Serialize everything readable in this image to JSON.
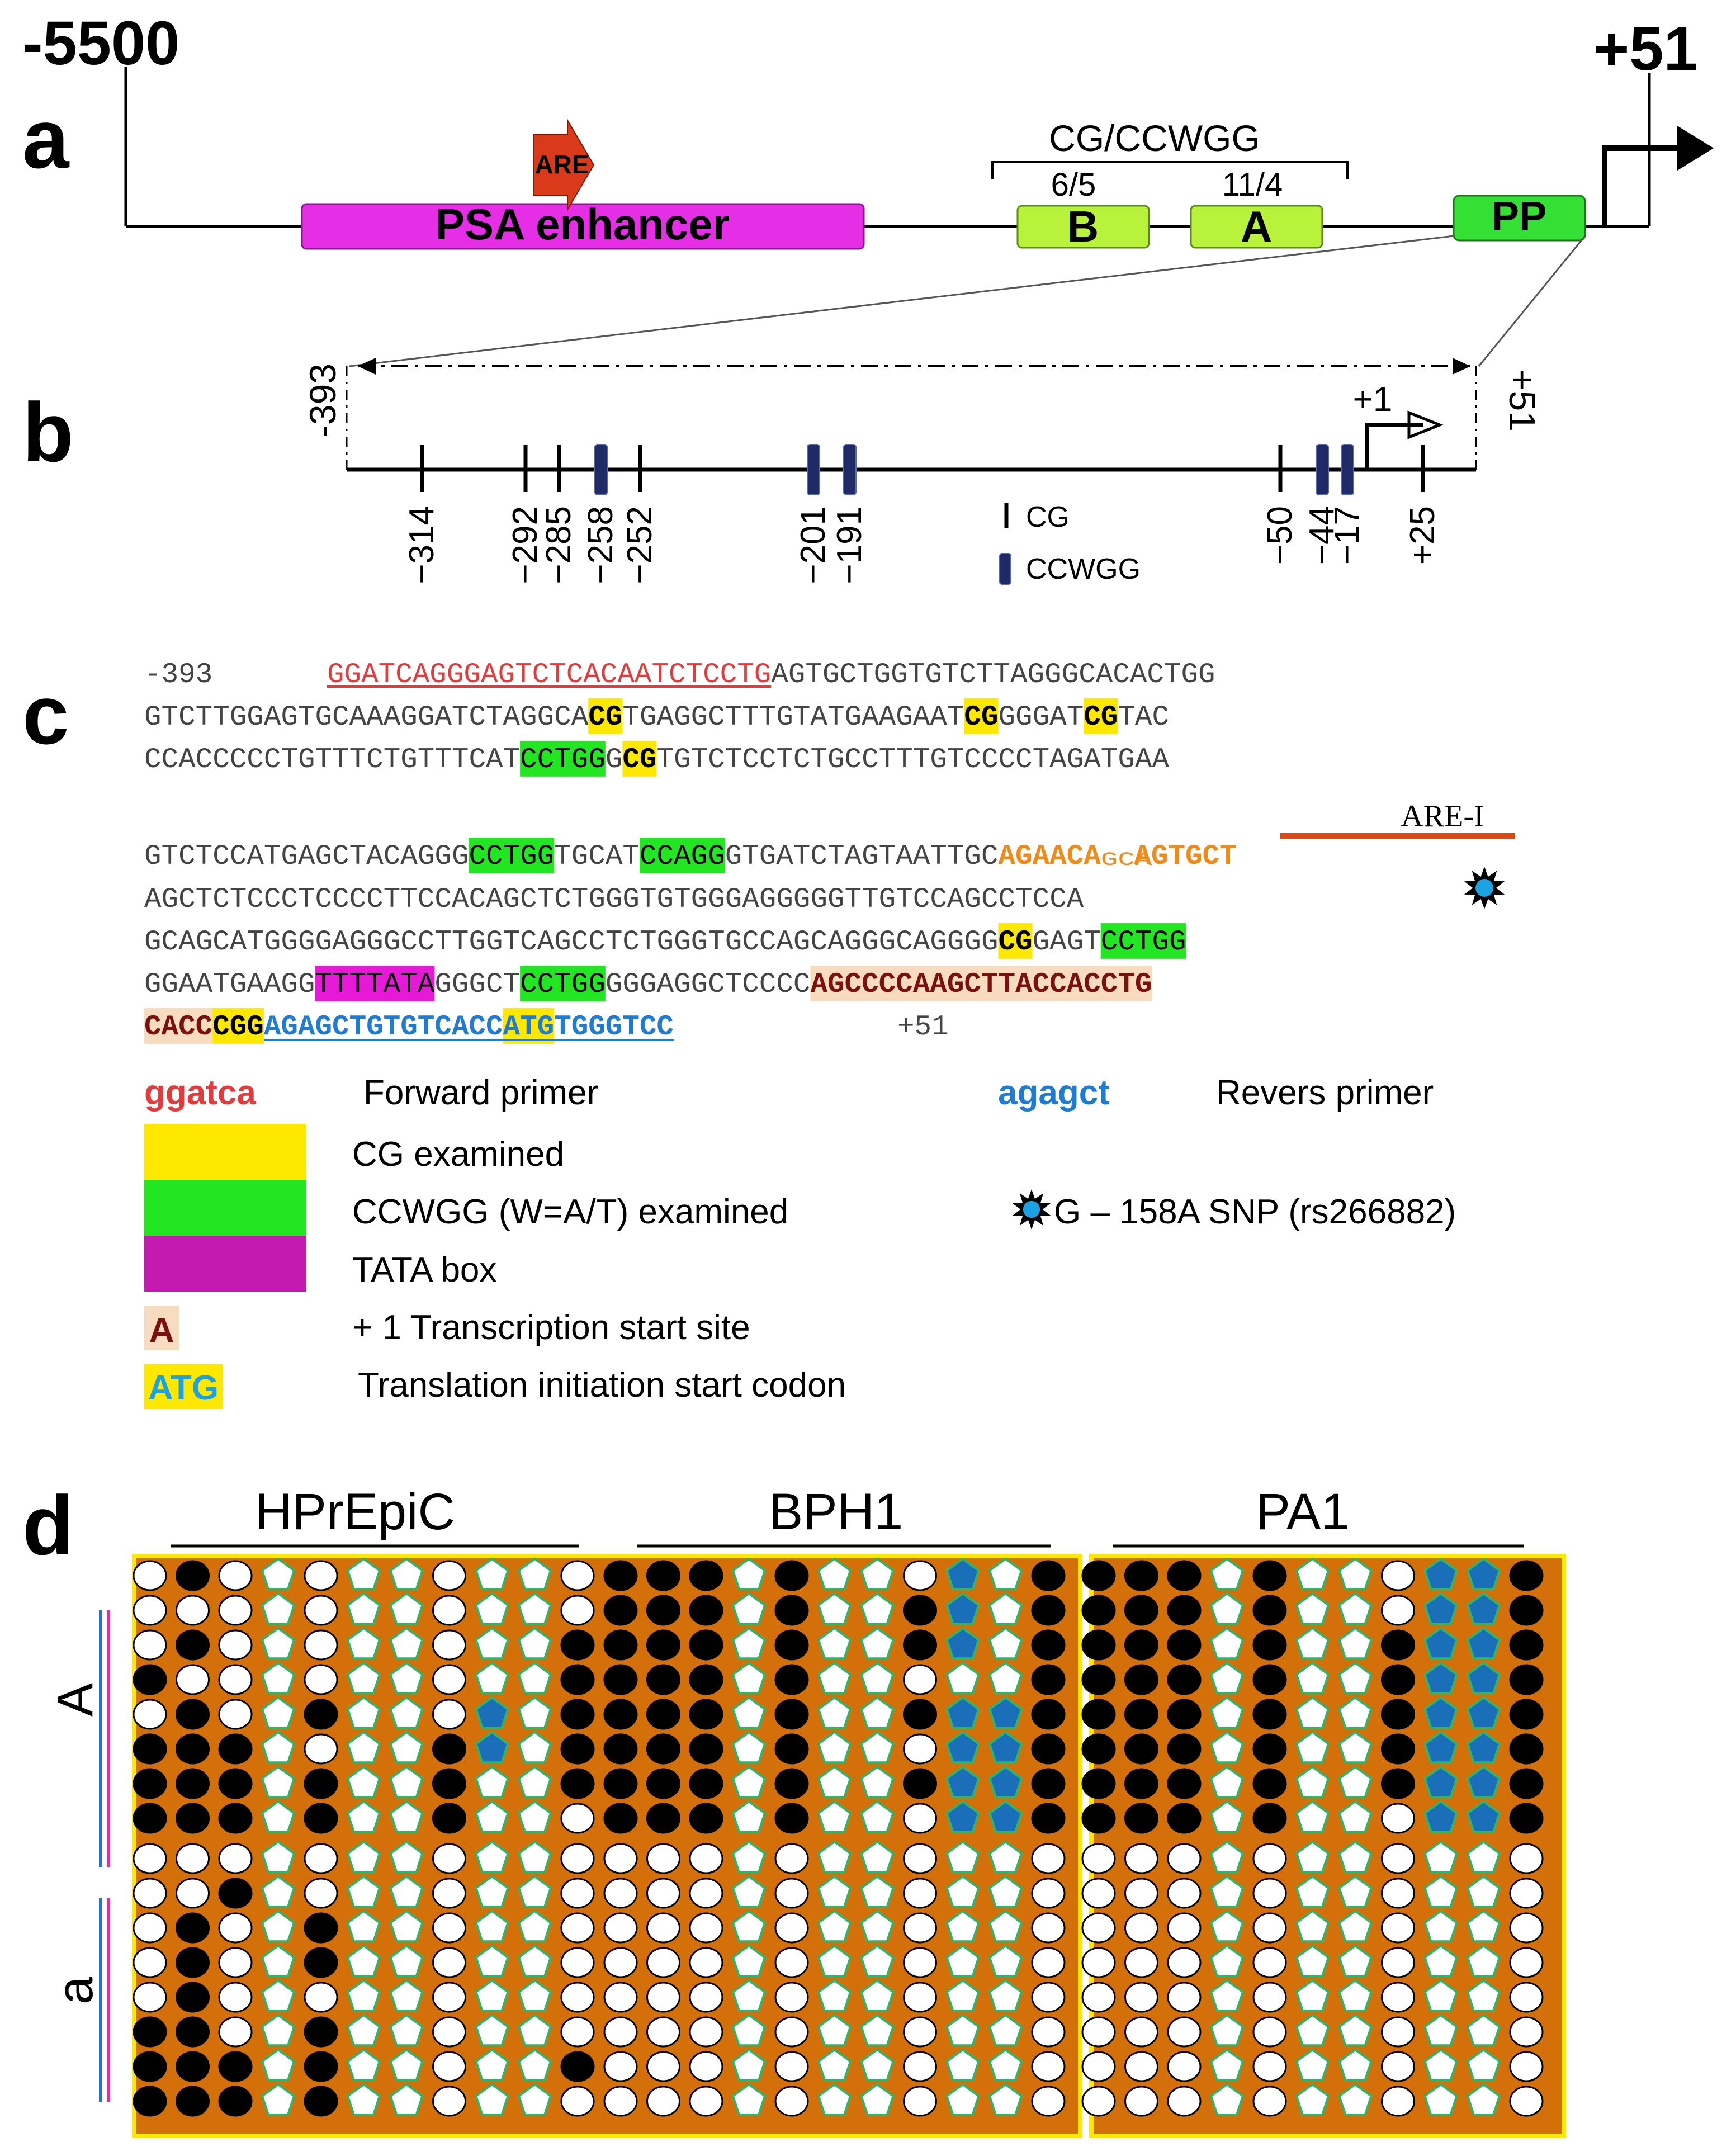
{
  "panel_labels": {
    "a": "a",
    "b": "b",
    "c": "c",
    "d": "d"
  },
  "panel_a": {
    "left_coord": "-5500",
    "right_coord": "+51",
    "enhancer_label": "PSA enhancer",
    "are_label": "ARE",
    "bracket_label": "CG/CCWGG",
    "region_b": {
      "name": "B",
      "ratio": "6/5"
    },
    "region_a": {
      "name": "A",
      "ratio": "11/4"
    },
    "pp_label": "PP"
  },
  "panel_b": {
    "left_coord": "-393",
    "right_coord": "+51",
    "tss_label": "+1",
    "positions": [
      "−314",
      "−292",
      "−285",
      "−258",
      "−252",
      "−201",
      "−191",
      "−50",
      "−44",
      "−17",
      "+25"
    ],
    "legend_cg": "CG",
    "legend_ccwgg": "CCWGG"
  },
  "panel_c": {
    "line1_pos": "-393",
    "line1_primer": "GGATCAGGGAGTCTCACAATCTCCTG",
    "line1_rest": "AGTGCTGGTGTCTTAGGGCACACTGG",
    "line2": [
      "GTCTTGGAGTGCAAAGGATCTAGGCA",
      "CG",
      "TGAGGCTTTGTATGAAGAAT",
      "CG",
      "GGGAT",
      "CG",
      "TAC"
    ],
    "line3": [
      "CCACCCCCTGTTTCTGTTTCAT",
      "CCTGG",
      "G",
      "CG",
      "TGTCTCCTCTGCCTTTGTCCCCTAGATGAA"
    ],
    "are1_label": "ARE-I",
    "line4": [
      "GTCTCCATGAGCTACAGGG",
      "CCTGG",
      "TGCAT",
      "CCAGG",
      "GTGATCTAGTAATTGC"
    ],
    "line4_are": [
      "AGAACA",
      "GCA",
      "AGTGCT"
    ],
    "line5": "AGCTCTCCCTCCCCTTCCACAGCTCTGGGTGTGGGAGGGGGTTGTCCAGCCTCCA",
    "line6": [
      "GCAGCATGGGGAGGGCCTTGGTCAGCCTCTGGGTGCCAGCAGGGCAGGGG",
      "CG",
      "GAGT",
      "CCTGG"
    ],
    "line7": [
      "GGAATGAAGG",
      "TTTTATA",
      "GGGCT",
      "CCTGG",
      "GGGAGGCTCCCC",
      "AGCCCCAAGCTTACCACCTG"
    ],
    "line8": [
      "CACC",
      "CGG",
      "AGAGCTGTGTCACC",
      "ATG",
      "TGGGTCC"
    ],
    "line8_pos": "+51",
    "legend": {
      "fwd_sample": "ggatca",
      "fwd_label": "Forward primer",
      "rev_sample": "agagct",
      "rev_label": "Revers primer",
      "cg_label": "CG examined",
      "ccwgg_label": "CCWGG (W=A/T) examined",
      "snp_label": "G – 158A SNP (rs266882)",
      "tata_label": "TATA box",
      "tss_sample": "A",
      "tss_label": "+ 1 Transcription start   site",
      "atg_sample": "ATG",
      "atg_label": "Translation initiation start codon"
    }
  },
  "panel_d": {
    "groups": [
      "HPrEpiC",
      "BPH1",
      "PA1"
    ],
    "row_labels": [
      "A",
      "a"
    ],
    "column_types": [
      "c",
      "c",
      "c",
      "p",
      "c",
      "p",
      "p",
      "c",
      "p",
      "p",
      "c"
    ],
    "groups_data": [
      {
        "name": "HPrEpiC",
        "rows": [
          "01000000000",
          "00000000000",
          "01000000001",
          "10000000001",
          "01001000101",
          "11100001101",
          "11101001001",
          "11101001000",
          "00000000000",
          "00100000000",
          "01001000000",
          "01001000000",
          "01000000000",
          "11001000000",
          "11101000001",
          "11101000000"
        ]
      },
      {
        "name": "BPH1",
        "rows": [
          "11101000101",
          "11101001101",
          "11101001101",
          "11101000001",
          "11101001221",
          "11101000221",
          "11101001221",
          "11101000221",
          "00000000000",
          "00000000000",
          "00000000000",
          "00000000000",
          "00000000000",
          "00000000000",
          "00000000000",
          "00000000000"
        ]
      },
      {
        "name": "PA1",
        "rows": [
          "11101000221",
          "11101000121",
          "11101001221",
          "11101001221",
          "11101001221",
          "11101001221",
          "11101001221",
          "11101000221",
          "00000000000",
          "00000000000",
          "00000000000",
          "00000000000",
          "00000000000",
          "00000000000",
          "00000000000",
          "00000000000"
        ]
      }
    ]
  },
  "colors": {
    "enhancer": "#e62ee6",
    "are_arrow": "#d93a1a",
    "region": "#b8f23a",
    "pp": "#33e033",
    "ccwgg_mark": "#1f2a66",
    "primer_fwd": "#e33b3b",
    "primer_rev": "#1f7bd4",
    "cg_highlight": "#ffe800",
    "ccwgg_highlight": "#22e622",
    "tata_highlight": "#e61ad6",
    "tss_highlight": "#f7dcc0",
    "tss_text": "#7a1010",
    "are_text": "#f28a1a",
    "are_bar": "#d94a1a",
    "snp_star": "#1aa3e0",
    "grid_bg": "#d4700a",
    "grid_border": "#ffe800",
    "pentagon_outline": "#2fb56a",
    "pentagon_methylated": "#1a6fb8"
  }
}
